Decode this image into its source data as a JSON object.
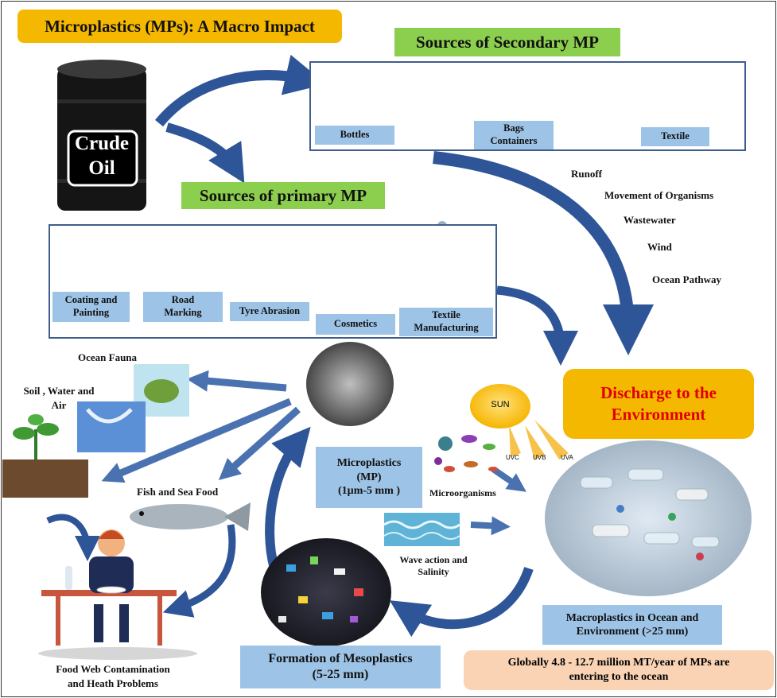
{
  "title": "Microplastics (MPs): A Macro Impact",
  "crude_oil": {
    "line1": "Crude",
    "line2": "Oil"
  },
  "secondary": {
    "title": "Sources of Secondary  MP",
    "items": [
      "Bottles",
      "Bags\nContainers",
      "Textile"
    ]
  },
  "primary": {
    "title": "Sources of primary MP",
    "items": [
      "Coating and\nPainting",
      "Road\nMarking",
      "Tyre Abrasion",
      "Cosmetics",
      "Textile\nManufacturing"
    ]
  },
  "pathways": [
    "Runoff",
    "Movement of Organisms",
    "Wastewater",
    "Wind",
    "Ocean Pathway"
  ],
  "discharge": "Discharge to the\nEnvironment",
  "sun": "SUN",
  "uv": [
    "UVC",
    "UVB",
    "UVA"
  ],
  "microorganisms": "Microorganisms",
  "wave": "Wave action and\nSalinity",
  "microplastics_box": "Microplastics\n(MP)\n(1µm-5 mm )",
  "macroplastics_box": "Macroplastics in Ocean and\nEnvironment (>25 mm)",
  "mesoplastics_box": "Formation of  Mesoplastics\n(5-25 mm)",
  "global_note": "Globally 4.8 - 12.7 million MT/year of MPs are\nentering to the ocean",
  "ocean_fauna": "Ocean Fauna",
  "soil_water_air": "Soil , Water and\nAir",
  "fish": "Fish and Sea Food",
  "food_web": "Food Web Contamination\nand Heath Problems",
  "colors": {
    "arrow": "#2e5597",
    "arrow_light": "#4a72b0",
    "label_blue": "#9dc3e6",
    "title_orange": "#f5b800",
    "green": "#8ccf4f",
    "discharge_text": "#e00000",
    "note_bg": "#f9d3b4"
  }
}
